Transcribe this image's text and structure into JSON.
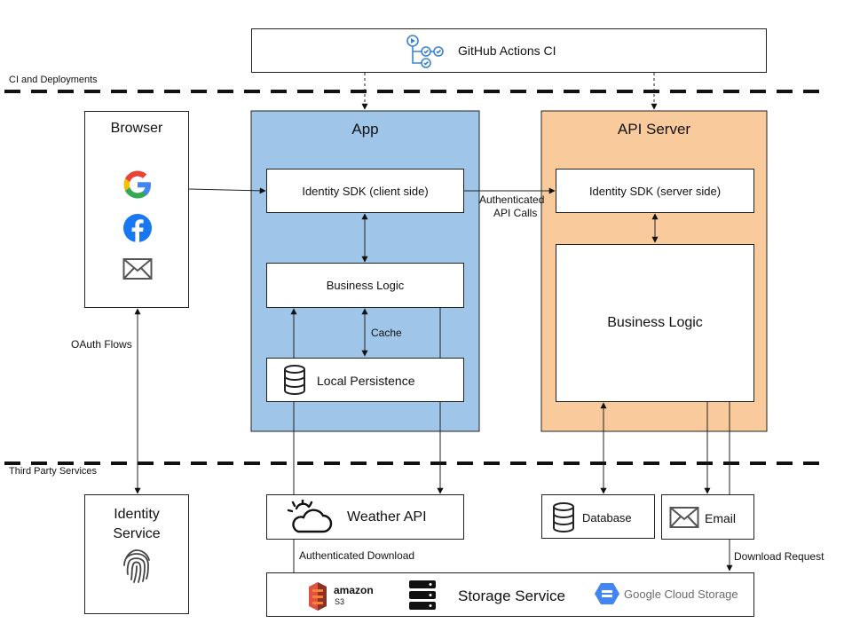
{
  "colors": {
    "app_fill": "#9fc5e8",
    "api_fill": "#f9cb9c",
    "outline": "#222222"
  },
  "zones": {
    "ci": "CI and Deployments",
    "third_party": "Third Party Services"
  },
  "ci": {
    "title": "GitHub Actions CI",
    "icon": "workflow-icon"
  },
  "browser": {
    "title": "Browser",
    "icons": [
      "google-icon",
      "facebook-icon",
      "mail-icon"
    ]
  },
  "app": {
    "title": "App",
    "identity_sdk": "Identity SDK (client side)",
    "business_logic": "Business Logic",
    "cache": "Cache",
    "local_persistence": "Local Persistence"
  },
  "api_server": {
    "title": "API Server",
    "identity_sdk": "Identity SDK (server side)",
    "business_logic": "Business Logic"
  },
  "edges": {
    "authenticated_api_calls_1": "Authenticated",
    "authenticated_api_calls_2": "API Calls",
    "oauth_flows": "OAuth Flows",
    "authenticated_download": "Authenticated Download",
    "download_request": "Download Request"
  },
  "services": {
    "identity_line1": "Identity",
    "identity_line2": "Service",
    "weather": "Weather API",
    "database": "Database",
    "email": "Email",
    "storage": "Storage Service",
    "amazon_word": "amazon",
    "amazon_sub": "S3",
    "google_cloud": "Google Cloud Storage"
  }
}
